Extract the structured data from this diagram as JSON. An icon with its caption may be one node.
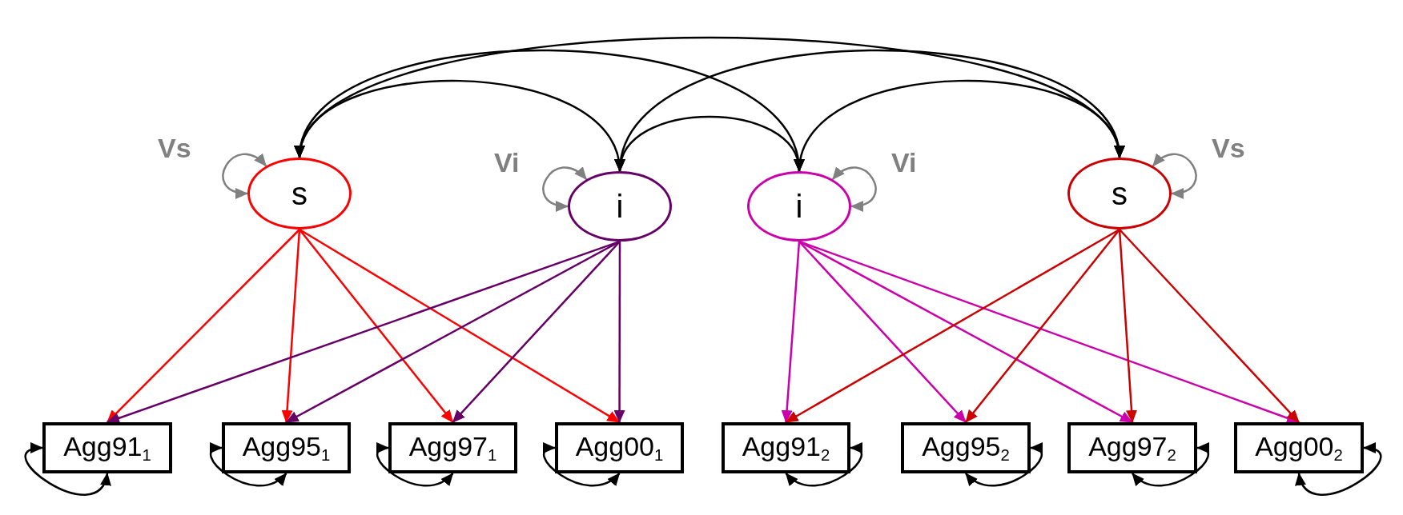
{
  "diagram": {
    "nodes": [
      {
        "text": [
          "s"
        ]
      },
      {
        "text": [
          "i"
        ]
      },
      {
        "text": [
          "i"
        ]
      },
      {
        "text": [
          "s"
        ]
      },
      {
        "text": [
          "Agg91$_{1}$"
        ]
      },
      {
        "text": [
          "Agg95$_{1}$"
        ]
      },
      {
        "text": [
          "Agg97$_{1}$"
        ]
      },
      {
        "text": [
          "Agg00$_{1}$"
        ]
      },
      {
        "text": [
          "Agg91$_{2}$"
        ]
      },
      {
        "text": [
          "Agg95$_{2}$"
        ]
      },
      {
        "text": [
          "Agg97$_{2}$"
        ]
      },
      {
        "text": [
          "Agg00$_{2}$"
        ]
      }
    ],
    "edges": [
      {
        "from": 0,
        "to": 1,
        "arrow": "both"
      },
      {
        "from": 0,
        "to": 2,
        "arrow": "both"
      },
      {
        "from": 0,
        "to": 3,
        "arrow": "both"
      },
      {
        "from": 1,
        "to": 2,
        "arrow": "both"
      },
      {
        "from": 1,
        "to": 3,
        "arrow": "both"
      },
      {
        "from": 2,
        "to": 3,
        "arrow": "both"
      },
      {
        "from": 0,
        "to": 0,
        "arrow": "both",
        "label": "Vs",
        "color": "#808080"
      },
      {
        "from": 1,
        "to": 1,
        "arrow": "both",
        "label": "Vi",
        "color": "#808080"
      },
      {
        "from": 2,
        "to": 2,
        "arrow": "both",
        "label": "Vi",
        "color": "#808080"
      },
      {
        "from": 3,
        "to": 3,
        "arrow": "both",
        "label": "Vs",
        "color": "#808080"
      },
      {
        "from": 0,
        "to": 4,
        "arrow": "to",
        "color": "#ff0000"
      },
      {
        "from": 0,
        "to": 5,
        "arrow": "to",
        "color": "#ff0000"
      },
      {
        "from": 0,
        "to": 6,
        "arrow": "to",
        "color": "#ff0000"
      },
      {
        "from": 0,
        "to": 7,
        "arrow": "to",
        "color": "#ff0000"
      },
      {
        "from": 1,
        "to": 4,
        "arrow": "to",
        "color": "#660066"
      },
      {
        "from": 1,
        "to": 5,
        "arrow": "to",
        "color": "#660066"
      },
      {
        "from": 1,
        "to": 6,
        "arrow": "to",
        "color": "#660066"
      },
      {
        "from": 1,
        "to": 7,
        "arrow": "to",
        "color": "#660066"
      },
      {
        "from": 2,
        "to": 8,
        "arrow": "to",
        "color": "#cc00aa"
      },
      {
        "from": 2,
        "to": 9,
        "arrow": "to",
        "color": "#cc00aa"
      },
      {
        "from": 2,
        "to": 10,
        "arrow": "to",
        "color": "#cc00aa"
      },
      {
        "from": 2,
        "to": 11,
        "arrow": "to",
        "color": "#cc00aa"
      },
      {
        "from": 3,
        "to": 8,
        "arrow": "to",
        "color": "#cc0000"
      },
      {
        "from": 3,
        "to": 9,
        "arrow": "to",
        "color": "#cc0000"
      },
      {
        "from": 3,
        "to": 10,
        "arrow": "to",
        "color": "#cc0000"
      },
      {
        "from": 3,
        "to": 11,
        "arrow": "to",
        "color": "#cc0000"
      },
      {
        "from": 4,
        "to": 4,
        "arrow": "both"
      },
      {
        "from": 5,
        "to": 5,
        "arrow": "both"
      },
      {
        "from": 6,
        "to": 6,
        "arrow": "both"
      },
      {
        "from": 7,
        "to": 7,
        "arrow": "both"
      },
      {
        "from": 8,
        "to": 8,
        "arrow": "both"
      },
      {
        "from": 9,
        "to": 9,
        "arrow": "both"
      },
      {
        "from": 10,
        "to": 10,
        "arrow": "both"
      },
      {
        "from": 11,
        "to": 11,
        "arrow": "both"
      }
    ]
  }
}
